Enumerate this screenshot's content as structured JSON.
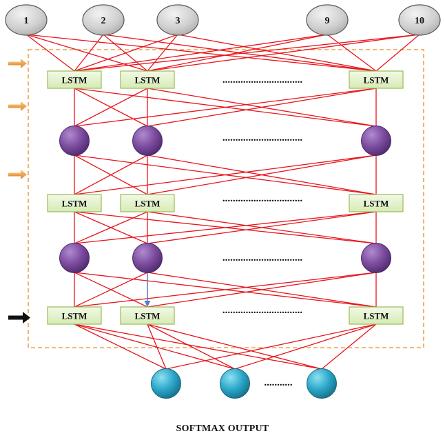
{
  "input_nodes": [
    "1",
    "2",
    "3",
    "9",
    "10"
  ],
  "lstm_label": "LSTM",
  "ellipsis": "...............................",
  "output_ellipsis": "...........",
  "caption": "SOFTMAX OUTPUT",
  "colors": {
    "connection": "#e8141b",
    "skip_connection": "#4a7fd6",
    "lstm_fill": "#e3f1cc",
    "lstm_border": "#9bbb59",
    "hidden_node": "#7c4c9e",
    "output_node": "#2ba7c9",
    "input_node": "#cfcfcf",
    "frame": "#f0a04b",
    "arrow_orange": "#f0a04b",
    "arrow_black": "#111111"
  }
}
